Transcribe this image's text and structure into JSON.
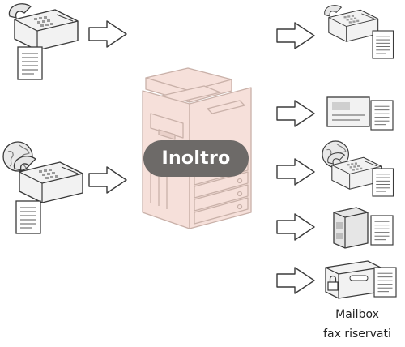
{
  "center": {
    "label": "Inoltro"
  },
  "destinations": {
    "mailbox_caption_line1": "Mailbox",
    "mailbox_caption_line2": "fax riservati"
  },
  "colors": {
    "copier_fill": "#f6e0da",
    "copier_stroke": "#c9b1a9",
    "pill": "#6d6a68",
    "stroke": "#3a3a3a"
  }
}
